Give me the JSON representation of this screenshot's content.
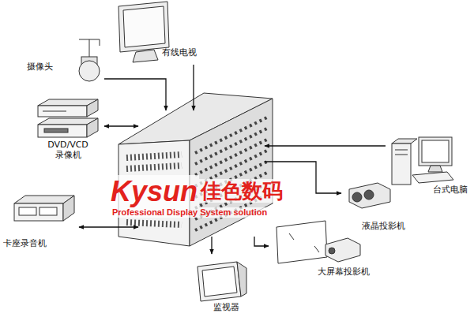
{
  "diagram": {
    "nodes": [
      {
        "text": [
          "有线电视"
        ]
      },
      {
        "text": [
          "摄像头"
        ]
      },
      {
        "text": [
          "DVD/VCD 录像机"
        ]
      },
      {
        "text": []
      },
      {
        "text": [
          "台式电脑"
        ]
      },
      {
        "text": [
          "液晶投影机"
        ]
      },
      {
        "text": [
          "卡座录音机"
        ]
      },
      {
        "text": [
          "大屏幕投影机"
        ]
      },
      {
        "text": [
          "监视器"
        ]
      }
    ],
    "edges": [
      {
        "from": 0,
        "to": 3,
        "arrow": "to"
      },
      {
        "from": 1,
        "to": 3,
        "arrow": "to"
      },
      {
        "from": 2,
        "to": 3,
        "arrow": "both"
      },
      {
        "from": 4,
        "to": 3,
        "arrow": "to"
      },
      {
        "from": 3,
        "to": 5,
        "arrow": "to"
      },
      {
        "from": 6,
        "to": 3,
        "arrow": "both"
      },
      {
        "from": 3,
        "to": 7,
        "arrow": "to"
      },
      {
        "from": 3,
        "to": 8,
        "arrow": "to"
      }
    ],
    "labels": [
      "Kysun",
      "佳色数码",
      "Professional Display System solution"
    ]
  }
}
